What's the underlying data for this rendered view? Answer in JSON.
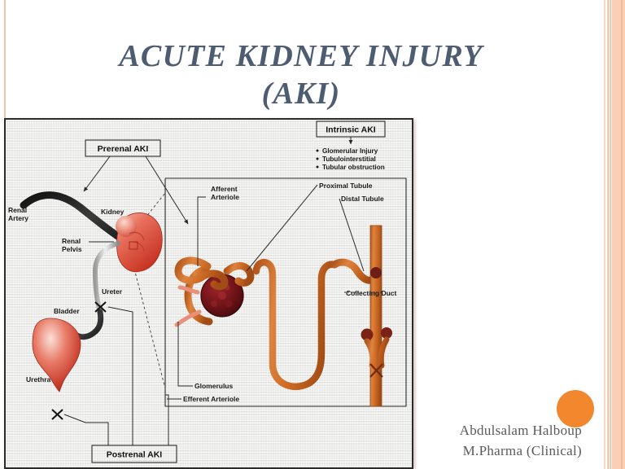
{
  "slide": {
    "title_line1": "ACUTE KIDNEY INJURY",
    "title_line2": "(AKI)",
    "title_color": "#4E5C72",
    "accent_color": "#F2872E",
    "background_color": "#FFFFFF"
  },
  "author": {
    "name": "Abdulsalam Halboup",
    "credential": "M.Pharma (Clinical)"
  },
  "decor": {
    "accent_dot": "orange-circle",
    "right_bars": [
      "#F7D7C2",
      "#F6CDB4",
      "#EFA97E",
      "#F9CFB6",
      "#F3B896"
    ],
    "left_bar": "#F2C4A8"
  },
  "figure": {
    "name": "aki-classification-diagram",
    "boxes": {
      "prerenal": "Prerenal AKI",
      "intrinsic": "Intrinsic AKI",
      "postrenal": "Postrenal AKI"
    },
    "intrinsic_bullets": [
      "Glomerular Injury",
      "Tubulointerstitial",
      "Tubular obstruction"
    ],
    "urinary_labels": {
      "renal_artery_l1": "Renal",
      "renal_artery_l2": "Artery",
      "kidney": "Kidney",
      "renal_pelvis_l1": "Renal",
      "renal_pelvis_l2": "Pelvis",
      "ureter": "Ureter",
      "bladder": "Bladder",
      "urethra": "Urethra"
    },
    "nephron_labels": {
      "afferent_l1": "Afferent",
      "afferent_l2": "Arteriole",
      "proximal_tubule": "Proximal Tubule",
      "distal_tubule": "Distal Tubule",
      "collecting_duct": "Collecting Duct",
      "glomerulus": "Glomerulus",
      "efferent_arteriole": "Efferent Arteriole"
    },
    "colors": {
      "paper": "#E9E9E7",
      "tubule": "#D4722A",
      "glomerulus": "#6E1319",
      "kidney": "#D8392B",
      "vessel_dark": "#1E1E1E"
    }
  }
}
